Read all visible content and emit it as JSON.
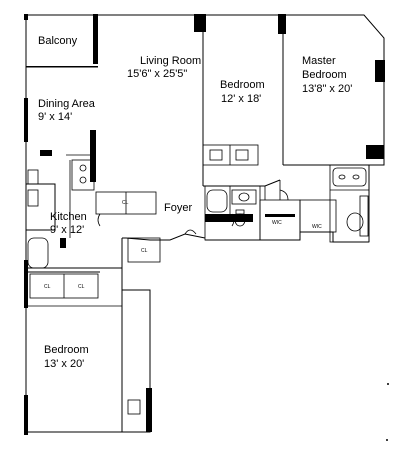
{
  "rooms": {
    "balcony": {
      "name": "Balcony"
    },
    "living_room": {
      "name": "Living Room",
      "dims": "15'6\" x 25'5\""
    },
    "dining_area": {
      "name": "Dining Area",
      "dims": "9' x 14'"
    },
    "bedroom_center": {
      "name": "Bedroom",
      "dims": "12' x 18'"
    },
    "master_bedroom": {
      "name_line1": "Master",
      "name_line2": "Bedroom",
      "dims": "13'8\" x 20'"
    },
    "foyer": {
      "name": "Foyer"
    },
    "kitchen": {
      "name": "Kitchen",
      "dims": "9' x 12'"
    },
    "bedroom_lower": {
      "name": "Bedroom",
      "dims": "13' x 20'"
    }
  },
  "small_labels": {
    "wic_left": "WIC",
    "wic_right": "WIC",
    "closet": "CL"
  }
}
